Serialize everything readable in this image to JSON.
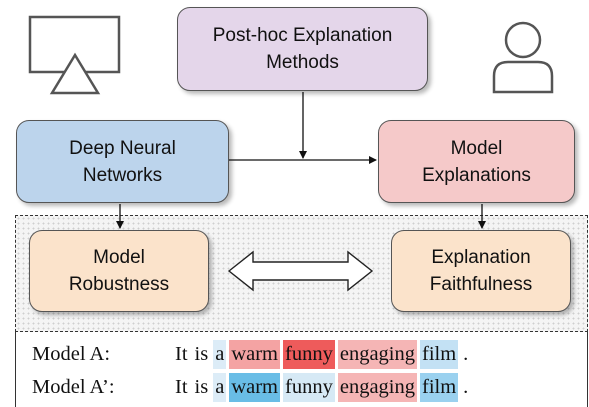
{
  "boxes": {
    "posthoc": {
      "line1": "Post-hoc Explanation",
      "line2": "Methods"
    },
    "dnn": {
      "line1": "Deep Neural",
      "line2": "Networks"
    },
    "model_explanations": {
      "line1": "Model",
      "line2": "Explanations"
    },
    "robustness": {
      "line1": "Model",
      "line2": "Robustness"
    },
    "faithfulness": {
      "line1": "Explanation",
      "line2": "Faithfulness"
    }
  },
  "icons": {
    "left": "monitor-icon",
    "right": "user-icon"
  },
  "examples": [
    {
      "label": "Model A:",
      "tokens": [
        {
          "text": "It",
          "color": "#ffffff"
        },
        {
          "text": "is",
          "color": "#ffffff"
        },
        {
          "text": "a",
          "color": "#dcecf7"
        },
        {
          "text": "warm",
          "color": "#f4a3a3"
        },
        {
          "text": "funny",
          "color": "#ee5b5b"
        },
        {
          "text": "engaging",
          "color": "#f5b5b5"
        },
        {
          "text": "film",
          "color": "#c3e1f4"
        },
        {
          "text": ".",
          "color": "#ffffff"
        }
      ]
    },
    {
      "label": "Model A’:",
      "tokens": [
        {
          "text": "It",
          "color": "#ffffff"
        },
        {
          "text": "is",
          "color": "#ffffff"
        },
        {
          "text": "a",
          "color": "#dcecf7"
        },
        {
          "text": "warm",
          "color": "#69bde6"
        },
        {
          "text": "funny",
          "color": "#d6e9f5"
        },
        {
          "text": "engaging",
          "color": "#f5b5b5"
        },
        {
          "text": "film",
          "color": "#9ad1ef"
        },
        {
          "text": ".",
          "color": "#ffffff"
        }
      ]
    }
  ]
}
